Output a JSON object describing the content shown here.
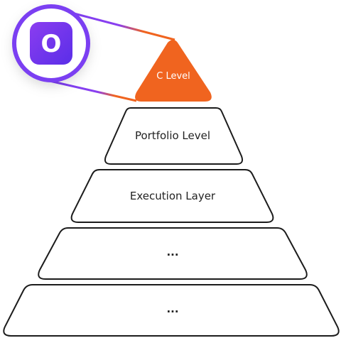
{
  "pyramid": {
    "apex_label": "C Level",
    "tiers": [
      {
        "label": "Portfolio Level"
      },
      {
        "label": "Execution Layer"
      },
      {
        "label": "..."
      },
      {
        "label": "..."
      }
    ]
  },
  "logo": {
    "letter": "O"
  },
  "colors": {
    "apex": "#f0641f",
    "accent_purple": "#8a3ff0",
    "tier_stroke": "#1c1c1c",
    "tier_fill": "#ffffff"
  }
}
